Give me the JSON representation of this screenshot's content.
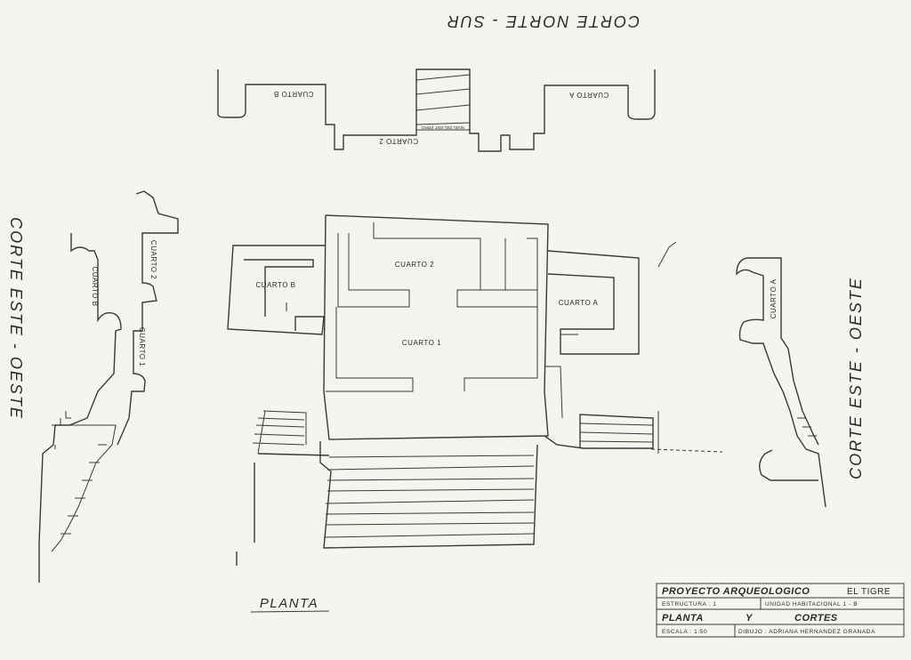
{
  "sections": {
    "north_south": {
      "title": "CORTE  NORTE - SUR",
      "room_b": "CUARTO  B",
      "room_a": "CUARTO  A",
      "room_2": "CUARTO  2",
      "note": "NIVEL DEL ENT. ERRO"
    },
    "east_west_left": {
      "title": "CORTE  ESTE - OESTE",
      "room_b": "CUARTO  B",
      "room_2": "CUARTO  2",
      "room_1": "CUARTO  1"
    },
    "east_west_right": {
      "title": "CORTE  ESTE - OESTE",
      "room_a": "CUARTO  A"
    }
  },
  "plan": {
    "title": "PLANTA",
    "rooms": {
      "cuarto_1": "CUARTO  1",
      "cuarto_2": "CUARTO  2",
      "cuarto_a": "CUARTO  A",
      "cuarto_b": "CUARTO  B"
    }
  },
  "title_block": {
    "project_label": "PROYECTO  ARQUEOLOGICO",
    "project_site": "EL  TIGRE",
    "structure": "ESTRUCTURA : 1",
    "unit": "UNIDAD  HABITACIONAL  1 - B",
    "sheet_title_a": "PLANTA",
    "sheet_title_b": "Y",
    "sheet_title_c": "CORTES",
    "scale": "ESCALA : 1:50",
    "drawn_by": "DIBUJO : ADRIANA  HERNANDEZ  GRANADA"
  }
}
